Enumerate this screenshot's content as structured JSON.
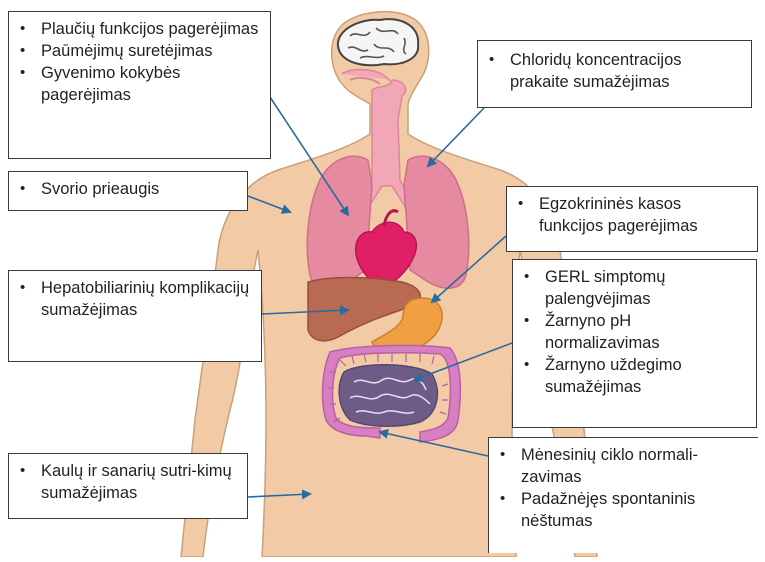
{
  "colors": {
    "skin": "#f2caa6",
    "skin_outline": "#c8a07a",
    "lungs": "#e58aa0",
    "airway": "#f1a7b6",
    "heart": "#e01f66",
    "liver": "#b86a52",
    "stomach": "#f0a040",
    "large_intestine": "#d77fc2",
    "small_intestine": "#6f5c86",
    "brain": "#f5f5f5",
    "arrow": "#2b6aa0",
    "box_border": "#3a3a3a"
  },
  "labels": {
    "lungs": {
      "items": [
        "Plaučių funkcijos pagerėjimas",
        "Paūmėjimų suretėjimas",
        "Gyvenimo kokybės pagerėjimas"
      ]
    },
    "sweat": {
      "items": [
        "Chloridų koncentracijos prakaite sumažėjimas"
      ]
    },
    "weight": {
      "items": [
        "Svorio prieaugis"
      ]
    },
    "pancreas": {
      "items": [
        "Egzokrininės kasos funkcijos pagerėjimas"
      ]
    },
    "gut": {
      "items": [
        "GERL simptomų palengvėjimas",
        "Žarnyno pH normalizavimas",
        "Žarnyno uždegimo sumažėjimas"
      ]
    },
    "liver": {
      "items": [
        "Hepatobiliarinių komplikacijų sumažėjimas"
      ]
    },
    "bones": {
      "items": [
        "Kaulų ir sanarių sutri-kimų sumažėjimas"
      ]
    },
    "reproductive": {
      "items": [
        "Mėnesinių ciklo normali-zavimas",
        "Padažnėjęs spontaninis nėštumas"
      ]
    }
  }
}
